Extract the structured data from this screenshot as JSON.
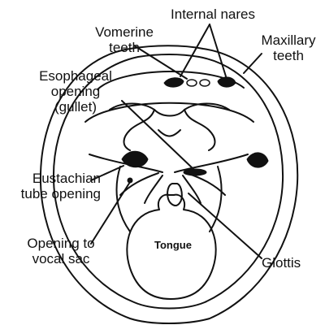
{
  "title": "",
  "labels": {
    "internal_nares": "Internal nares",
    "vomerine_teeth": [
      "Vomerine",
      "teeth"
    ],
    "maxillary_teeth": [
      "Maxillary",
      "teeth"
    ],
    "esophageal_opening": [
      "Esophageal",
      "opening",
      "(gullet)"
    ],
    "eustachian_tube_opening": [
      "Eustachian",
      "tube opening"
    ],
    "opening_to_vocal_sac": [
      "Opening to",
      "vocal sac"
    ],
    "glottis": "Glottis",
    "tongue": "Tongue"
  },
  "colors": {
    "ink": "#111111",
    "background": "#ffffff"
  }
}
